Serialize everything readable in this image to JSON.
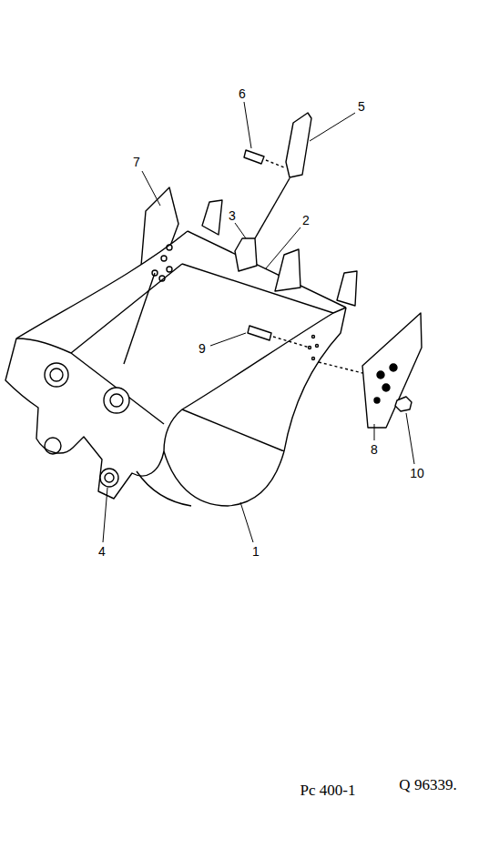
{
  "diagram": {
    "labels": [
      "6",
      "5",
      "7",
      "3",
      "2",
      "9",
      "8",
      "10",
      "4",
      "1",
      "Pc 400-1",
      "Q 96339."
    ]
  }
}
